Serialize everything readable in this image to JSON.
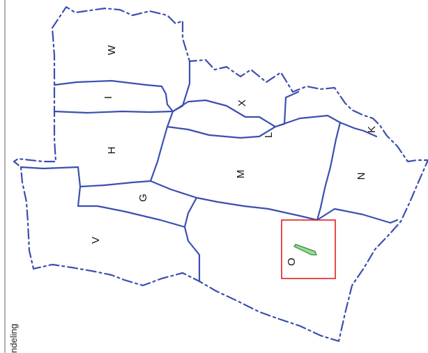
{
  "map": {
    "caption": "ndeling",
    "sections": [
      {
        "id": "W",
        "label": "W"
      },
      {
        "id": "I",
        "label": "I"
      },
      {
        "id": "H",
        "label": "H"
      },
      {
        "id": "X",
        "label": "X"
      },
      {
        "id": "L",
        "label": "L"
      },
      {
        "id": "K",
        "label": "K"
      },
      {
        "id": "M",
        "label": "M"
      },
      {
        "id": "G",
        "label": "G"
      },
      {
        "id": "N",
        "label": "N"
      },
      {
        "id": "V",
        "label": "V"
      },
      {
        "id": "O",
        "label": "O"
      }
    ],
    "highlight": {
      "section": "O",
      "frame_color": "#e02020",
      "parcel_color": "#2e8b2e"
    },
    "border_color": "#3a4fb0"
  }
}
